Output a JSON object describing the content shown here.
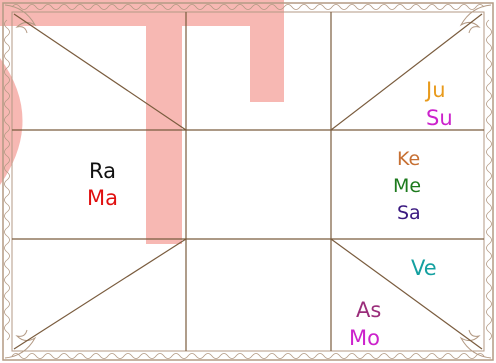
{
  "watermark": {
    "color": "#f7b8b3"
  },
  "chart": {
    "line_color": "#7a5c3e",
    "border_color": "#b39a84",
    "background": "#ffffff"
  },
  "houses": {
    "top_right": [
      {
        "name": "Ju",
        "color": "#e89a1c"
      },
      {
        "name": "Su",
        "color": "#cc22cc"
      }
    ],
    "left_middle": [
      {
        "name": "Ra",
        "color": "#111111"
      },
      {
        "name": "Ma",
        "color": "#e01010"
      }
    ],
    "right_middle": [
      {
        "name": "Ke",
        "color": "#c77033"
      },
      {
        "name": "Me",
        "color": "#1d7a1d"
      },
      {
        "name": "Sa",
        "color": "#3a1880"
      }
    ],
    "right_lower": [
      {
        "name": "Ve",
        "color": "#14a0a0"
      }
    ],
    "bottom_right": [
      {
        "name": "As",
        "color": "#9a2d7a"
      },
      {
        "name": "Mo",
        "color": "#cc22cc"
      }
    ]
  }
}
